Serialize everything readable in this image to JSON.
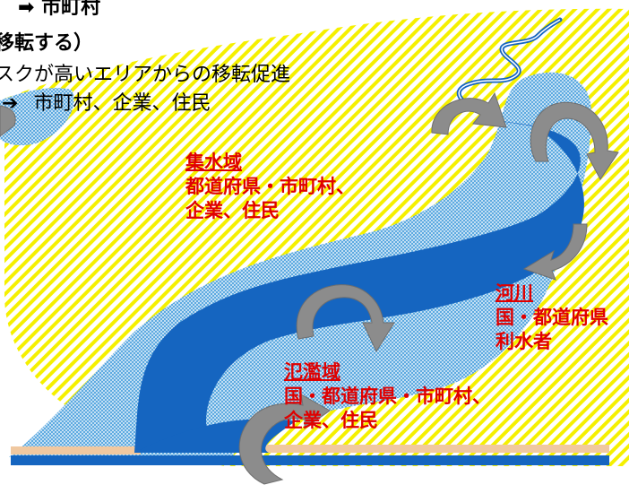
{
  "header": {
    "line_top": "市町村",
    "heading": "移転する）",
    "bullet_text": "スクが高いエリアからの移転促進",
    "bullet_actors": "市町村、企業、住民"
  },
  "zones": {
    "catchment": {
      "title": "集水域",
      "line1": "都道府県・市町村、",
      "line2": "企業、住民"
    },
    "river": {
      "title": "河川",
      "line1": "国・都道府県",
      "line2": "利水者"
    },
    "floodplain": {
      "title": "氾濫域",
      "line1": "国・都道府県・市町村、",
      "line2": "企業、住民"
    }
  },
  "colors": {
    "hatch_yellow": "#f5f000",
    "hatch_blue": "#5aa8e0",
    "river_blue": "#1565c0",
    "arrow_gray": "#8c8c8c",
    "bank_tan": "#f0c8a0",
    "label_red": "#e00000"
  }
}
